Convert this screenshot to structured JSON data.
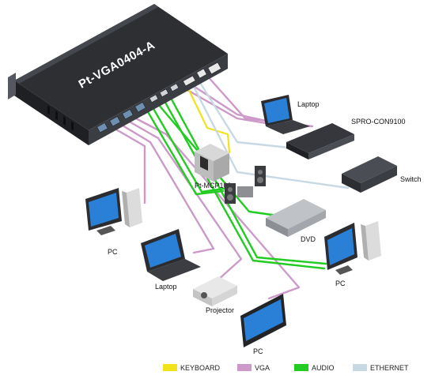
{
  "device": {
    "model": "Pt-VGA0404-A"
  },
  "labels": {
    "laptop_top": "Laptop",
    "spro": "SPRO-CON9100",
    "switch": "Switch",
    "mcp": "Pt-MCP100",
    "dvd": "DVD",
    "pc_left": "PC",
    "laptop_bottom": "Laptop",
    "pc_right": "PC",
    "projector": "Projector",
    "pc_bottom": "PC"
  },
  "legend": [
    {
      "label": "KEYBOARD",
      "color": "#f2e21a"
    },
    {
      "label": "VGA",
      "color": "#cc99c9"
    },
    {
      "label": "AUDIO",
      "color": "#22cc22"
    },
    {
      "label": "ETHERNET",
      "color": "#c9d9e3"
    }
  ],
  "colors": {
    "keyboard": "#f2e21a",
    "vga": "#cc99c9",
    "audio": "#22cc22",
    "ethernet": "#c9d9e3",
    "chassis": "#2d2f33"
  }
}
